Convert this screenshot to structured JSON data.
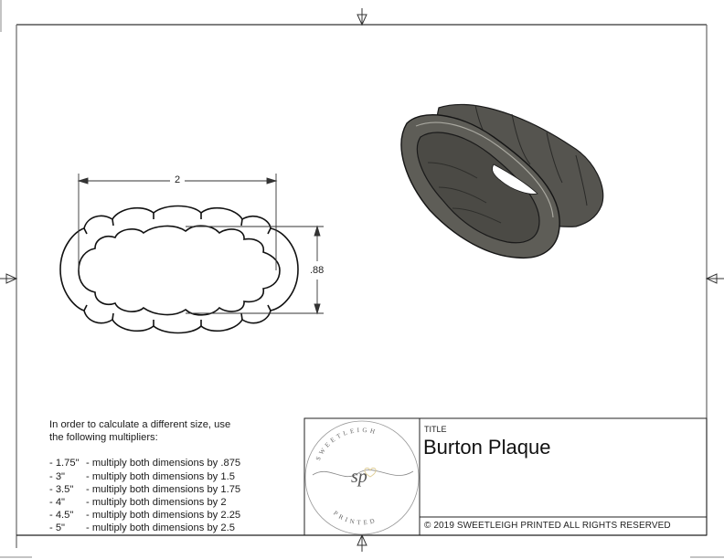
{
  "drawing": {
    "title_label": "TITLE",
    "title": "Burton Plaque",
    "copyright": "© 2019  SWEETLEIGH PRINTED  ALL RIGHTS RESERVED",
    "logo": {
      "top_text": "SWEETLEIGH",
      "monogram": "sp",
      "bottom_text": "PRINTED",
      "heart_color": "#e8d9a8"
    },
    "dimensions": {
      "width_label": "2",
      "height_label": ".88"
    },
    "notes": {
      "intro_line1": "In order to calculate a different size, use",
      "intro_line2": "the following multipliers:",
      "multipliers": [
        {
          "size": "- 1.75\"",
          "text": "- multiply both dimensions by .875"
        },
        {
          "size": "- 3\"",
          "text": "- multiply both dimensions by 1.5"
        },
        {
          "size": "- 3.5\"",
          "text": "- multiply both dimensions by 1.75"
        },
        {
          "size": "- 4\"",
          "text": "- multiply both dimensions by 2"
        },
        {
          "size": "- 4.5\"",
          "text": "- multiply both dimensions by 2.25"
        },
        {
          "size": "- 5\"",
          "text": "- multiply both dimensions by 2.5"
        }
      ]
    },
    "colors": {
      "line": "#222222",
      "frame": "#444444",
      "model_dark": "#4a4944",
      "model_mid": "#6b6a64",
      "model_light": "#9a9992"
    }
  }
}
